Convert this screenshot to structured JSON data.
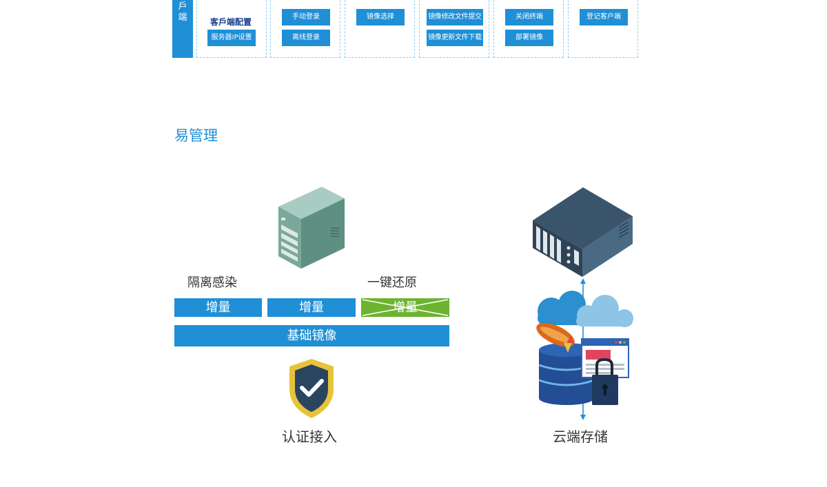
{
  "top_table": {
    "side_tab_chars": [
      "戶",
      "端"
    ],
    "client_config_label": "客戶端配置",
    "col1_btn": "服务器IP设置",
    "col2_btns": [
      "手动登录",
      "离线登录"
    ],
    "col3_btn": "镜像选择",
    "col4_btns": [
      "镜像修改文件提交",
      "镜像更新文件下载"
    ],
    "col5_btns": [
      "关闭终端",
      "部署镜像"
    ],
    "col6_btn": "登记客户端"
  },
  "section": {
    "title": "易管理"
  },
  "diagram": {
    "isolate_label": "隔离感染",
    "restore_label": "一键还原",
    "increments": [
      "增量",
      "增量",
      "增量"
    ],
    "base_label": "基础镜像",
    "auth_label": "认证接入",
    "cloud_label": "云端存储"
  },
  "colors": {
    "primary_blue": "#1f8fd6",
    "green": "#6cb330",
    "navy": "#1c3d8c",
    "dashed_border": "#8ec9ef",
    "server_green": "#7aa89a",
    "server_dark": "#3d5a70",
    "shield_gold": "#e8c33a",
    "shield_navy": "#2a4560"
  }
}
